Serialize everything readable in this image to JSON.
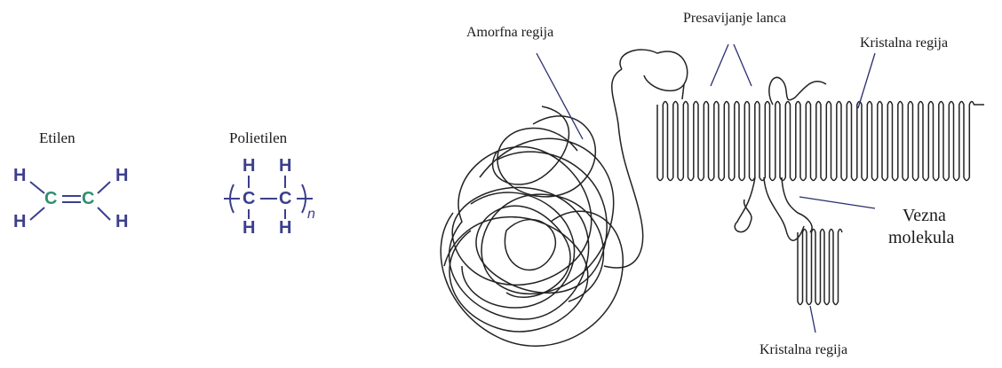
{
  "chemistry": {
    "ethylene_label": "Etilen",
    "polyethylene_label": "Polietilen",
    "atom_h": "H",
    "atom_c": "C",
    "repeat_subscript": "n"
  },
  "diagram": {
    "amorphous_label": "Amorfna regija",
    "chain_folding_label": "Presavijanje lanca",
    "crystalline_label_top": "Kristalna regija",
    "tie_molecule_line1": "Vezna",
    "tie_molecule_line2": "molekula",
    "crystalline_label_bottom": "Kristalna regija"
  },
  "colors": {
    "hydrogen": "#3b3f8c",
    "carbon": "#2f8f6f",
    "line": "#222222"
  }
}
